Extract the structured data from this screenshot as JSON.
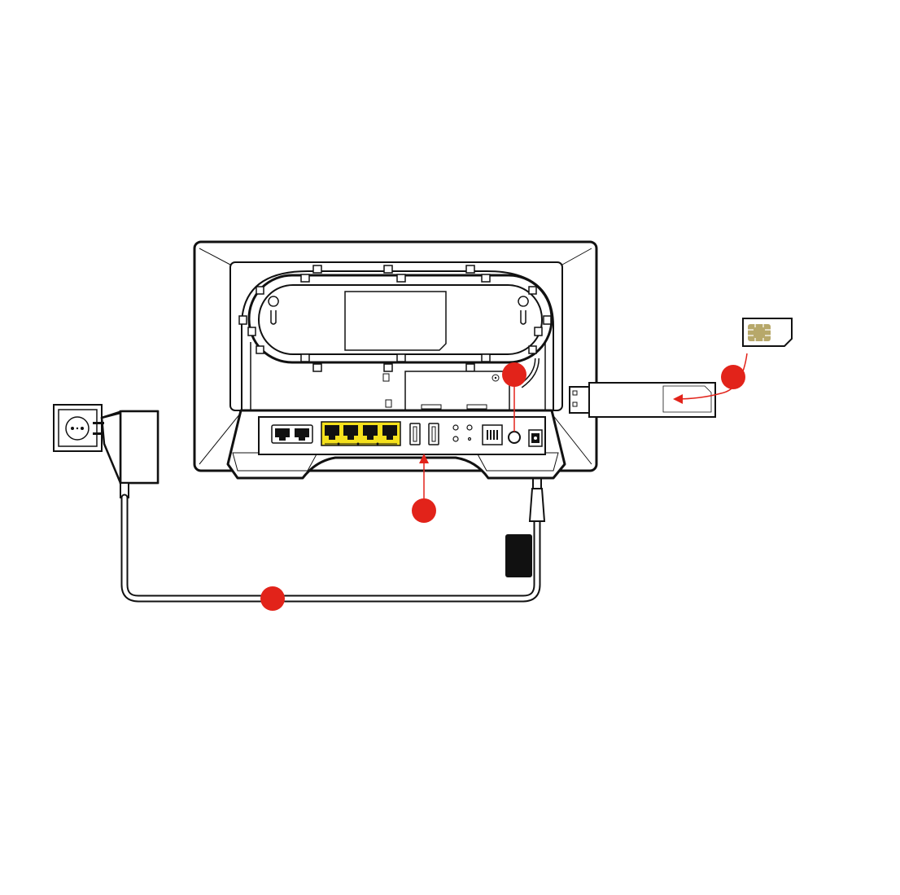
{
  "diagram": {
    "title": "",
    "markers": [
      {
        "id": "usb-port-marker",
        "label": ""
      },
      {
        "id": "antenna-port-marker",
        "label": ""
      },
      {
        "id": "sim-card-marker",
        "label": ""
      },
      {
        "id": "power-cable-marker",
        "label": ""
      }
    ]
  },
  "colors": {
    "accent": "#e2231a",
    "outline": "#111111",
    "ethernet": "#f5e11c",
    "sim_chip": "#b7a86a",
    "background": "#ffffff"
  },
  "icons": [
    "wall-socket-icon",
    "power-adapter-icon",
    "router-icon",
    "usb-stick-icon",
    "sim-card-icon"
  ]
}
